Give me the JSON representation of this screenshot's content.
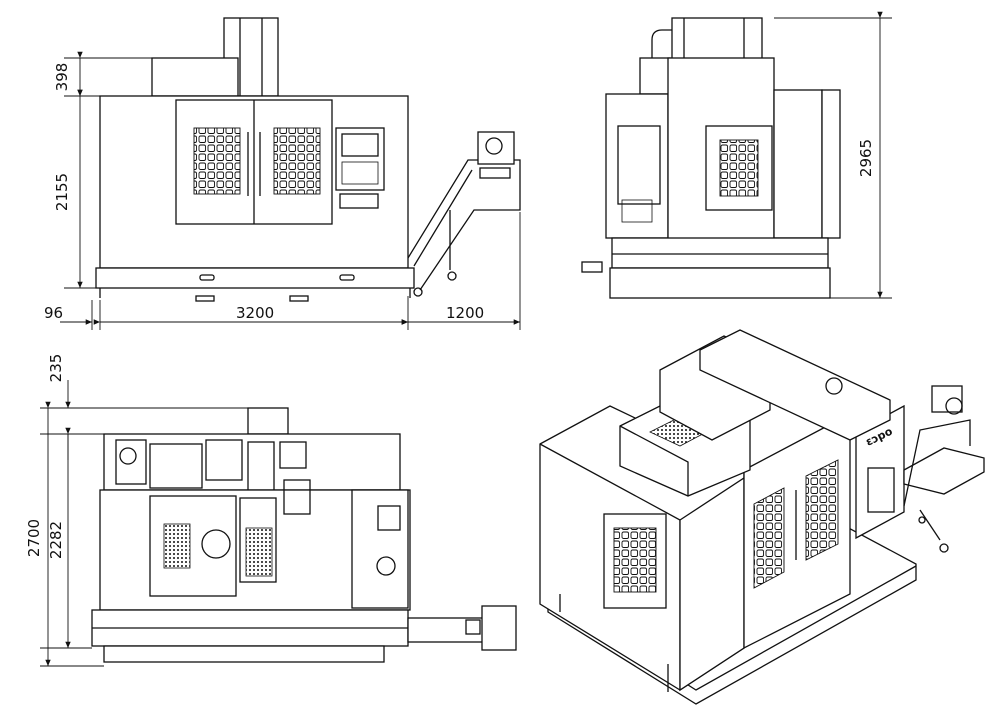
{
  "dimensions": {
    "front_overhead": "398",
    "front_height": "2155",
    "front_base_offset": "96",
    "front_width": "3200",
    "front_conveyor": "1200",
    "side_height": "2965",
    "top_offset": "235",
    "top_depth_inner": "2282",
    "top_depth_total": "2700"
  },
  "brand_label": "ɛɔpo"
}
